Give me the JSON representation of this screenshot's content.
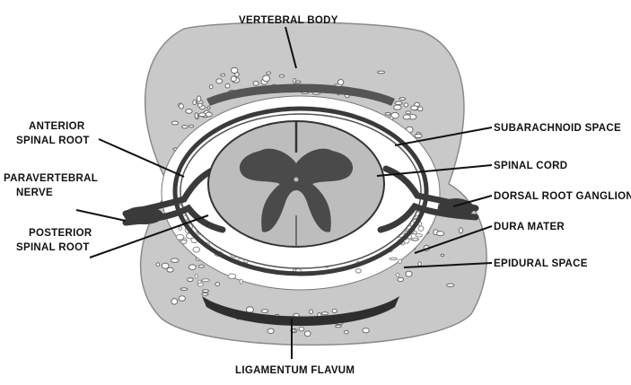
{
  "labels": {
    "vertebral_body": "VERTEBRAL BODY",
    "anterior_spinal_root": [
      "ANTERIOR",
      "SPINAL ROOT"
    ],
    "paravertebral_nerve": [
      "PARAVERTEBRAL",
      "NERVE"
    ],
    "posterior_spinal_root": [
      "POSTERIOR",
      "SPINAL ROOT"
    ],
    "subarachnoid_space": "SUBARACHNOID  SPACE",
    "spinal_cord": "SPINAL CORD",
    "dorsal_root_ganglion": "DORSAL ROOT GANGLION",
    "dura_mater": "DURA  MATER",
    "epidural_space": "EPIDURAL  SPACE",
    "ligamentum_flavum": "LIGAMENTUM  FLAVUM"
  },
  "colors": {
    "bone": "#c9c9c9",
    "bone_dots": "#6a6a6a",
    "cord": "#bdbdbd",
    "gray_matter": "#4a4a4a",
    "dura": "#3a3a3a",
    "text": "#111111"
  }
}
